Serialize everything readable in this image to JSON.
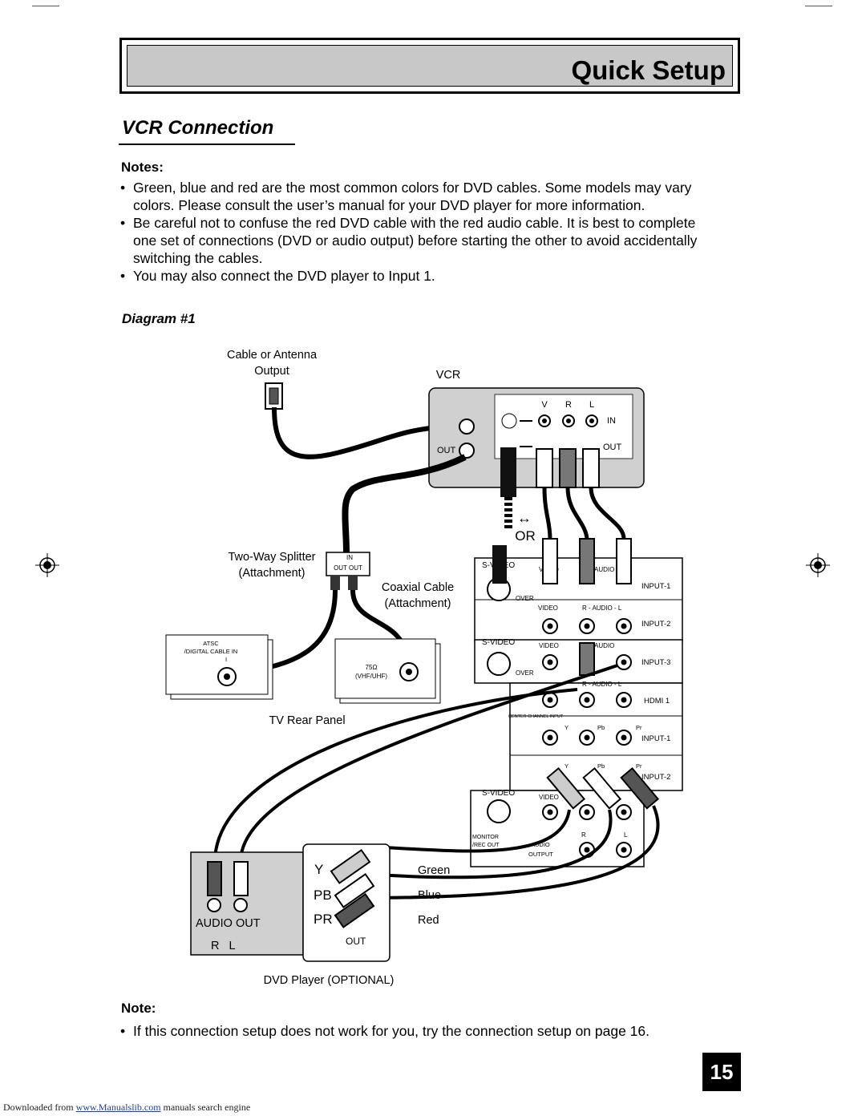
{
  "header": {
    "title": "Quick Setup"
  },
  "section": {
    "title": "VCR Connection"
  },
  "notes": {
    "heading": "Notes:",
    "items": [
      {
        "line1": "Green, blue and red are the most common colors for DVD cables. Some models may vary",
        "line2": "colors. Please consult the user’s manual for your DVD player for more information.",
        "line3": ""
      },
      {
        "line1": "Be careful not to confuse the red DVD cable with the red audio cable. It is best to complete",
        "line2": "one set of connections (DVD or audio output) before starting the other to avoid accidentally",
        "line3": "switching the cables."
      },
      {
        "line1": "You may also connect the DVD player to Input 1.",
        "line2": "",
        "line3": ""
      }
    ]
  },
  "diagram": {
    "title": "Diagram #1",
    "labels": {
      "source_line1": "Cable or Antenna",
      "source_line2": "Output",
      "vcr": "VCR",
      "vcr_v": "V",
      "vcr_r": "R",
      "vcr_l": "L",
      "vcr_in": "IN",
      "vcr_out": "OUT",
      "vcr_ant_out": "OUT",
      "or": "OR",
      "splitter_line1": "Two-Way Splitter",
      "splitter_line2": "(Attachment)",
      "splitter_in": "IN",
      "splitter_out": "OUT OUT",
      "coax_line1": "Coaxial Cable",
      "coax_line2": "(Attachment)",
      "atsc_line1": "ATSC",
      "atsc_line2": "/DIGITAL CABLE IN",
      "atsc_line3": "I",
      "ohm_line1": "75Ω",
      "ohm_line2": "(VHF/UHF)",
      "tv_rear": "TV Rear Panel",
      "svideo": "S-VIDEO",
      "video": "VIDEO",
      "audio": "AUDIO",
      "over": "OVER",
      "r_audio_l": "R - AUDIO - L",
      "input1": "INPUT-1",
      "input2": "INPUT-2",
      "input3": "INPUT-3",
      "hdmi1": "HDMI 1",
      "center_panel": "CENTER CHANNEL INPUT",
      "y": "Y",
      "pb": "Pb",
      "pr": "Pr",
      "monitor": "MONITOR",
      "rec_out": "/REC OUT",
      "audio_output_line1": "AUDIO",
      "audio_output_line2": "OUTPUT",
      "r": "R",
      "l": "L",
      "comp_y": "Y",
      "comp_pb": "PB",
      "comp_pr": "PR",
      "green": "Green",
      "blue": "Blue",
      "red": "Red",
      "audio_out": "AUDIO OUT",
      "audio_out_rl": "R   L",
      "dvd_out": "OUT",
      "dvd_player": "DVD Player (OPTIONAL)"
    }
  },
  "note": {
    "heading": "Note:",
    "text": "If this connection setup does not work for you, try the connection setup on page 16."
  },
  "page_number": "15",
  "footer": {
    "prefix": "Downloaded from ",
    "link": "www.Manualslib.com",
    "suffix": " manuals search engine"
  }
}
